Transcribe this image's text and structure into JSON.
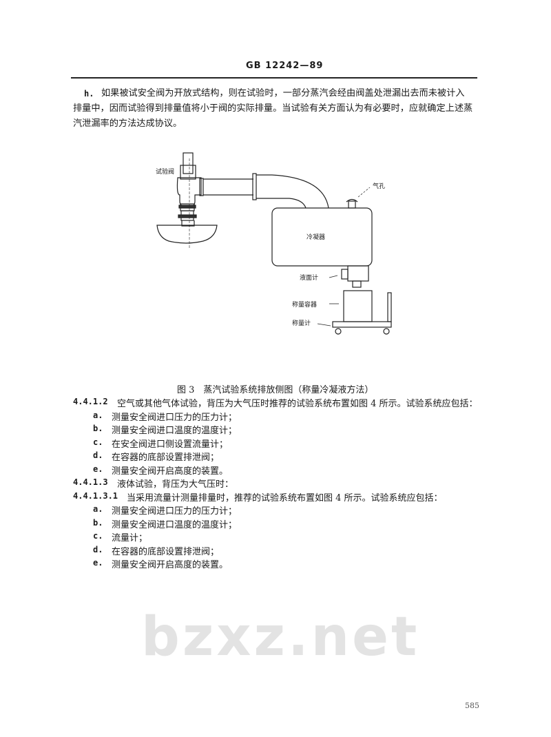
{
  "header": {
    "standard": "GB 12242—89"
  },
  "watermark": "bzxz.net",
  "para_h": {
    "marker": "h.",
    "lines": [
      "如果被试安全阀为开放式结构，则在试验时，一部分蒸汽会经由阀盖处泄漏出去而未被计入",
      "排量中，因而试验得到排量值将小于阀的实际排量。当试验有关方面认为有必要时，应就确定上述蒸",
      "汽泄漏率的方法达成协议。"
    ]
  },
  "figure": {
    "labels": {
      "valve": "试验阀",
      "vent": "气孔",
      "condenser": "冷凝器",
      "level_gauge": "液面计",
      "container": "称量容器",
      "scale": "称量计"
    },
    "caption": "图 3　蒸汽试验系统排放侧图（称量冷凝液方法）"
  },
  "sections": [
    {
      "number": "4.4.1.2",
      "text": "空气或其他气体试验，背压为大气压时推荐的试验系统布置如图 4 所示。试验系统应包括：",
      "items": [
        {
          "m": "a.",
          "t": "测量安全阀进口压力的压力计；"
        },
        {
          "m": "b.",
          "t": "测量安全阀进口温度的温度计；"
        },
        {
          "m": "c.",
          "t": "在安全阀进口侧设置流量计；"
        },
        {
          "m": "d.",
          "t": "在容器的底部设置排泄阀；"
        },
        {
          "m": "e.",
          "t": "测量安全阀开启高度的装置。"
        }
      ]
    },
    {
      "number": "4.4.1.3",
      "text": "液体试验，背压为大气压时：",
      "items": []
    },
    {
      "number": "4.4.1.3.1",
      "text": "当采用流量计测量排量时，推荐的试验系统布置如图 4 所示。试验系统应包括：",
      "items": [
        {
          "m": "a.",
          "t": "测量安全阀进口压力的压力计；"
        },
        {
          "m": "b.",
          "t": "测量安全阀进口温度的温度计；"
        },
        {
          "m": "c.",
          "t": "流量计；"
        },
        {
          "m": "d.",
          "t": "在容器的底部设置排泄阀；"
        },
        {
          "m": "e.",
          "t": "测量安全阀开启高度的装置。"
        }
      ]
    }
  ],
  "page_number": "585"
}
